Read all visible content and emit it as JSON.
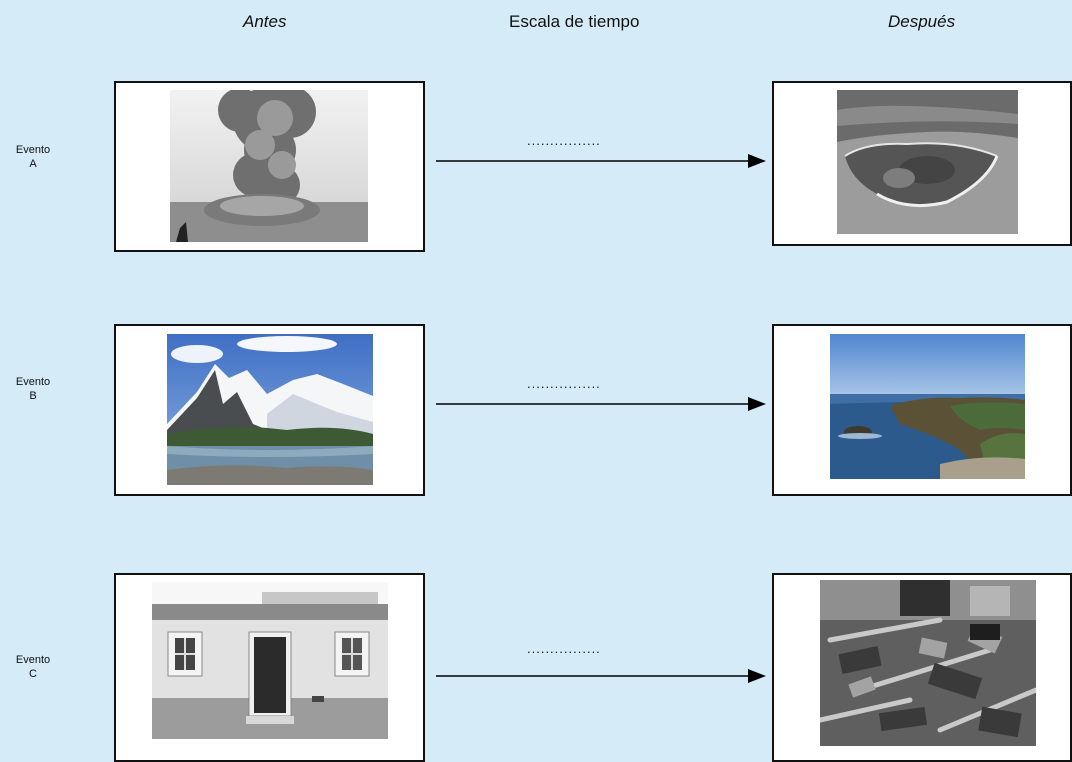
{
  "headers": {
    "before": "Antes",
    "timescale": "Escala de tiempo",
    "after": "Después"
  },
  "timescale_blank": "................",
  "events": [
    {
      "label_word": "Evento",
      "label_letter": "A",
      "before_image": "volcanic-eruption-photo",
      "after_image": "volcanic-island-aerial-photo"
    },
    {
      "label_word": "Evento",
      "label_letter": "B",
      "before_image": "snowy-mountains-lake-photo",
      "after_image": "rocky-coastline-photo"
    },
    {
      "label_word": "Evento",
      "label_letter": "C",
      "before_image": "white-house-facade-photo",
      "after_image": "collapsed-building-rubble-photo"
    }
  ],
  "colors": {
    "background": "#d5ebf7",
    "frame_border": "#111111",
    "arrow": "#000000"
  }
}
